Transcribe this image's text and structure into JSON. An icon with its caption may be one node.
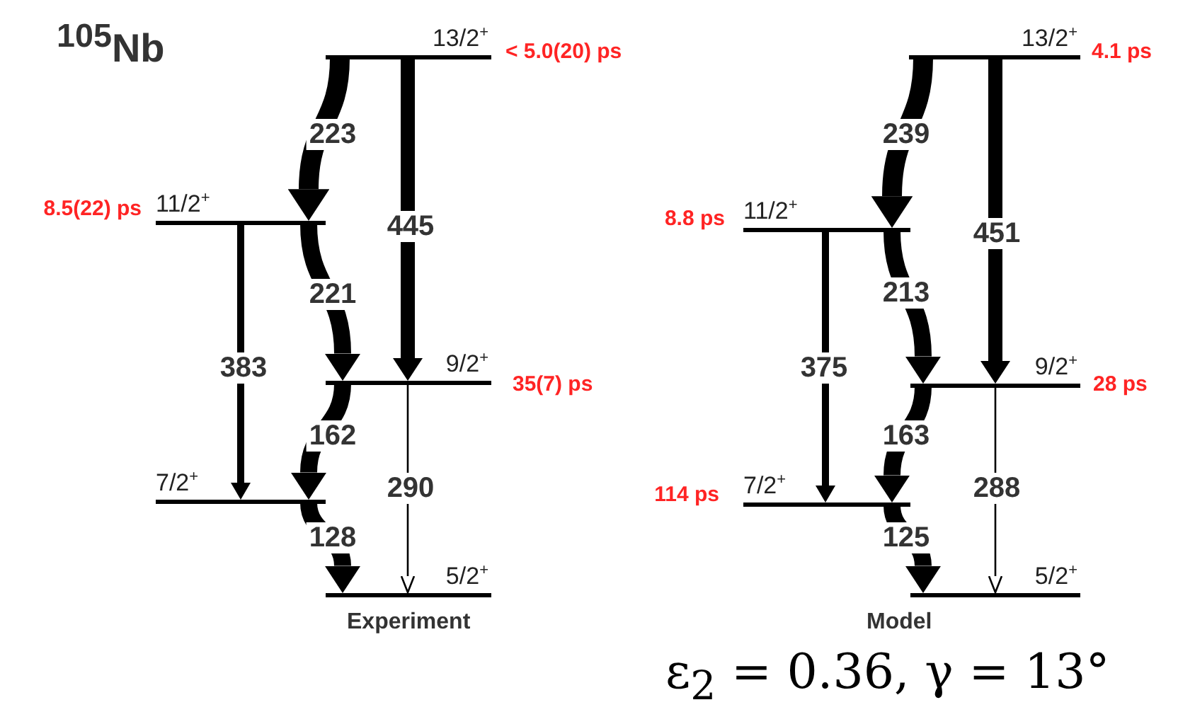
{
  "diagram": {
    "nodes": [
      {
        "text": [
          "13/2$^{+}$"
        ],
        "beside": [
          "< 5.0(20) ps"
        ]
      },
      {
        "text": [
          "11/2$^{+}$"
        ],
        "beside": [
          "8.5(22) ps"
        ]
      },
      {
        "text": [
          "9/2$^{+}$"
        ],
        "beside": [
          "35(7) ps"
        ]
      },
      {
        "text": [
          "7/2$^{+}$"
        ]
      },
      {
        "text": [
          "5/2$^{+}$"
        ]
      },
      {
        "text": [
          "13/2$^{+}$"
        ],
        "beside": [
          "4.1 ps"
        ]
      },
      {
        "text": [
          "11/2$^{+}$"
        ],
        "beside": [
          "8.8 ps"
        ]
      },
      {
        "text": [
          "9/2$^{+}$"
        ],
        "beside": [
          "28 ps"
        ]
      },
      {
        "text": [
          "7/2$^{+}$"
        ],
        "beside": [
          "114 ps"
        ]
      },
      {
        "text": [
          "5/2$^{+}$"
        ]
      }
    ],
    "edges": [
      {
        "from": 0,
        "to": 1,
        "arrow": "to",
        "label": "223"
      },
      {
        "from": 0,
        "to": 2,
        "arrow": "to",
        "label": "445"
      },
      {
        "from": 1,
        "to": 2,
        "arrow": "to",
        "label": "221"
      },
      {
        "from": 1,
        "to": 3,
        "arrow": "to",
        "label": "383"
      },
      {
        "from": 2,
        "to": 3,
        "arrow": "to",
        "label": "162"
      },
      {
        "from": 2,
        "to": 4,
        "arrow": "to",
        "label": "290"
      },
      {
        "from": 3,
        "to": 4,
        "arrow": "to",
        "label": "128"
      },
      {
        "from": 5,
        "to": 6,
        "arrow": "to",
        "label": "239"
      },
      {
        "from": 5,
        "to": 7,
        "arrow": "to",
        "label": "451"
      },
      {
        "from": 6,
        "to": 7,
        "arrow": "to",
        "label": "213"
      },
      {
        "from": 6,
        "to": 8,
        "arrow": "to",
        "label": "375"
      },
      {
        "from": 7,
        "to": 8,
        "arrow": "to",
        "label": "163"
      },
      {
        "from": 7,
        "to": 9,
        "arrow": "to",
        "label": "288"
      },
      {
        "from": 8,
        "to": 9,
        "arrow": "to",
        "label": "125"
      }
    ],
    "labels": [
      "$^{105}$Nb",
      "Experiment",
      "Model",
      "ε$_{2}$ = 0.36, γ = 13°"
    ]
  }
}
